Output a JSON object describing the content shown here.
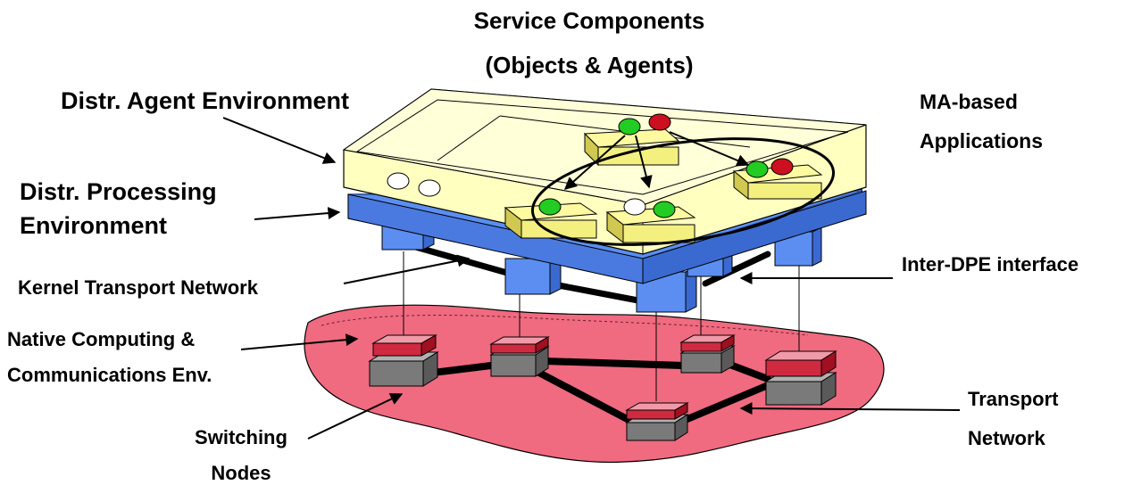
{
  "labels": {
    "service_components_line1": "Service Components",
    "service_components_line2": "(Objects & Agents)",
    "distr_agent_env": "Distr. Agent Environment",
    "ma_based_line1": "MA-based",
    "ma_based_line2": "Applications",
    "distr_processing_line1": "Distr. Processing",
    "distr_processing_line2": "Environment",
    "kernel_transport": "Kernel Transport Network",
    "inter_dpe": "Inter-DPE interface",
    "native_computing_line1": "Native Computing &",
    "native_computing_line2": "Communications Env.",
    "switching_line1": "Switching",
    "switching_line2": "Nodes",
    "transport_line1": "Transport",
    "transport_line2": "Network"
  },
  "colors": {
    "agent_layer": "#ffffc0",
    "agent_box": "#f4f080",
    "dpe_layer": "#5b8ef0",
    "native_env": "#f06a80",
    "node_top": "#d02a40",
    "node_base": "#7a7a7a",
    "agent_green": "#22cc22",
    "agent_red": "#cc1020",
    "agent_white": "#ffffff"
  }
}
